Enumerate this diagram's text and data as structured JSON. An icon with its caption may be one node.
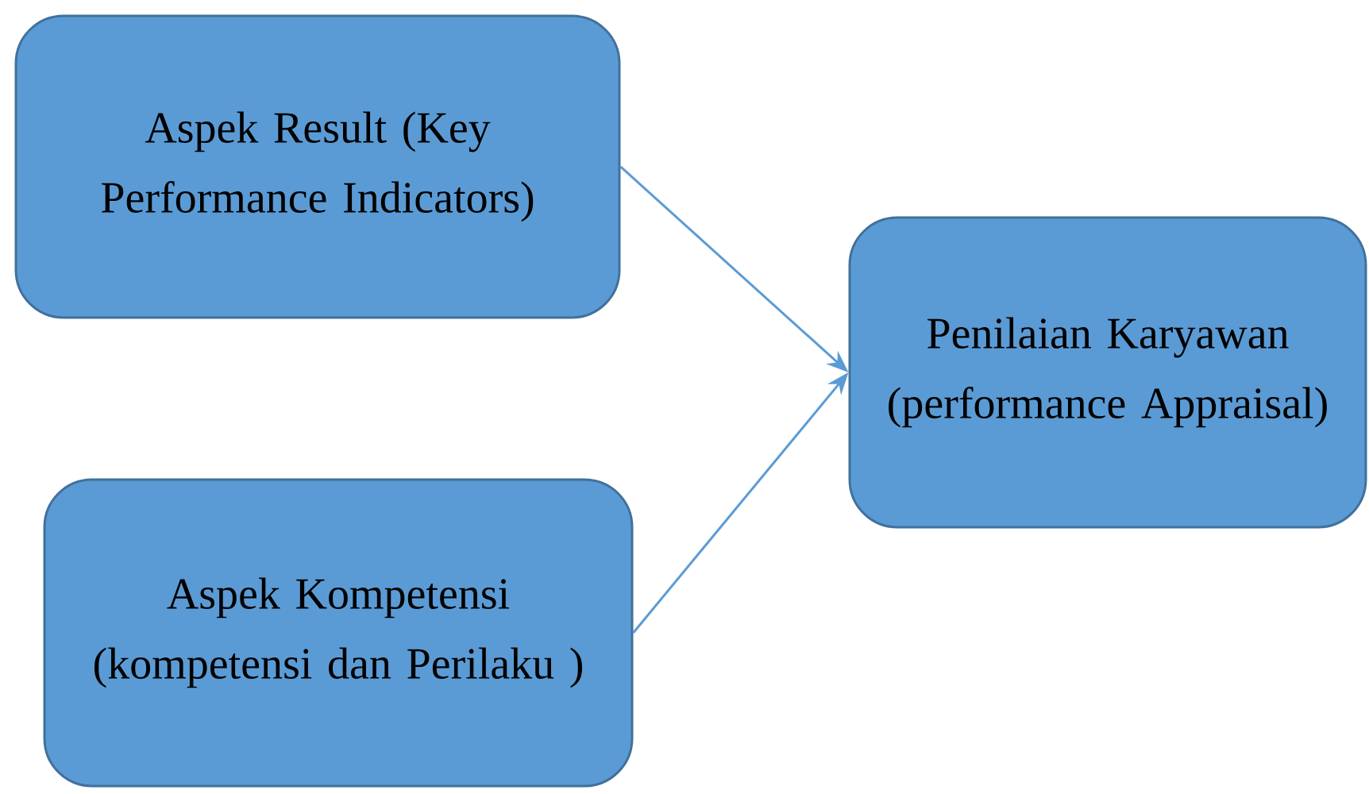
{
  "diagram": {
    "nodes": [
      {
        "text": [
          "Aspek Result (Key Performance Indicators)"
        ]
      },
      {
        "text": [
          "Aspek Kompetensi (kompetensi dan Perilaku )"
        ]
      },
      {
        "text": [
          "Penilaian Karyawan (performance Appraisal)"
        ]
      }
    ],
    "edges": [
      {
        "from": 0,
        "to": 2,
        "arrow": "to"
      },
      {
        "from": 1,
        "to": 2,
        "arrow": "to"
      }
    ]
  }
}
